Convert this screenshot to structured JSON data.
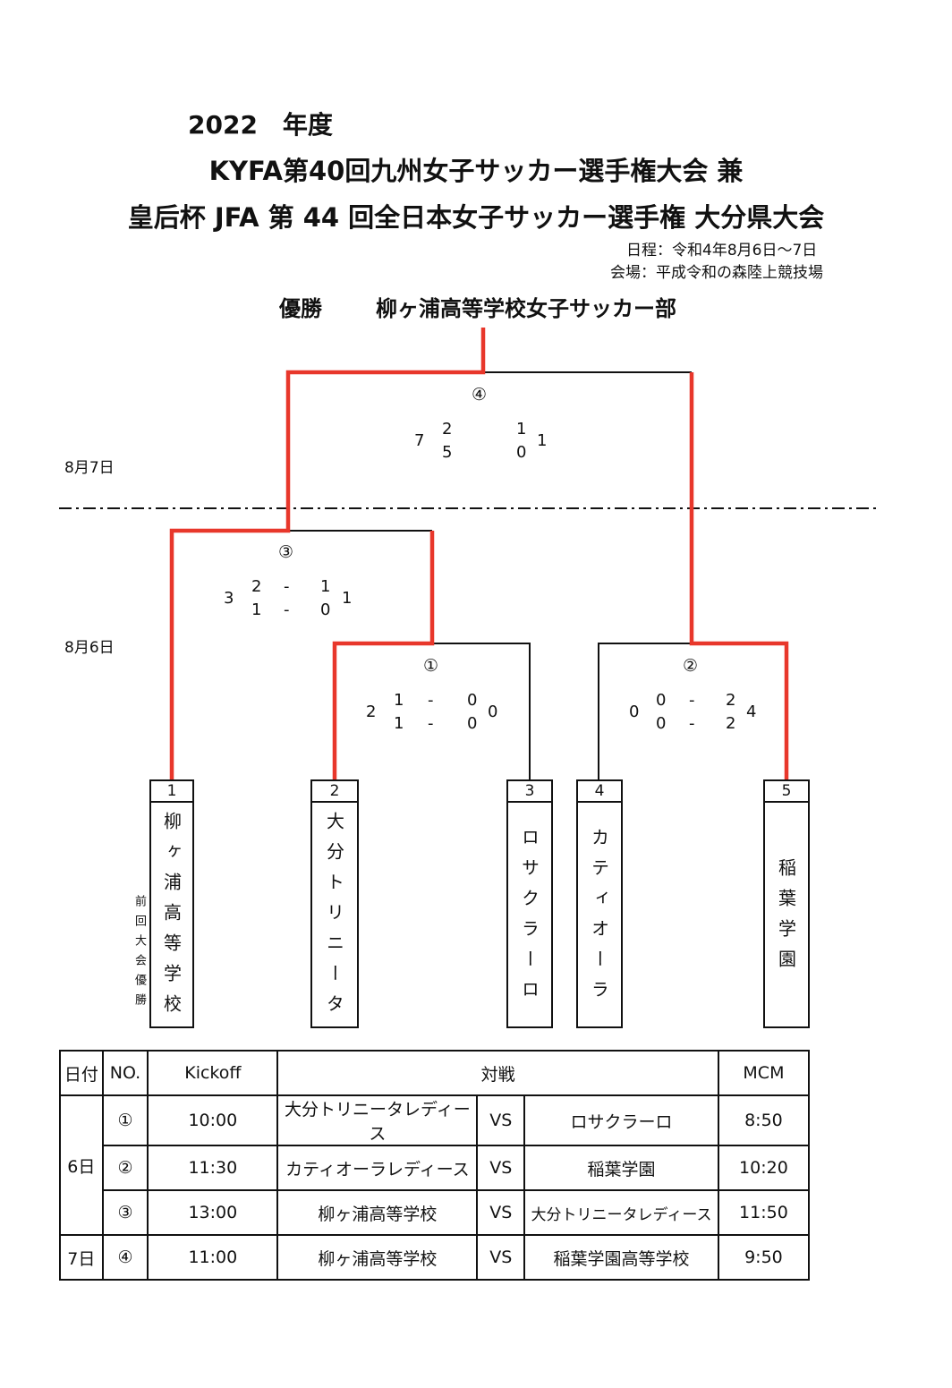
{
  "header": {
    "year": "2022　年度",
    "title_line1": "KYFA第40回九州女子サッカー選手権大会 兼",
    "title_line2": "皇后杯 JFA 第 44 回全日本女子サッカー選手権 大分県大会",
    "schedule": "日程：令和4年8月6日〜7日",
    "venue": "会場：平成令和の森陸上競技場"
  },
  "champion": {
    "label": "優勝",
    "name": "柳ヶ浦高等学校女子サッカー部"
  },
  "days": {
    "day2": "8月7日",
    "day1": "8月6日"
  },
  "colors": {
    "winner_path": "#e8372b",
    "line": "#111111"
  },
  "matches": {
    "m4": {
      "no": "④",
      "left_total": "7",
      "left_h1": "2",
      "left_h2": "5",
      "right_h1": "1",
      "right_h2": "0",
      "right_total": "1"
    },
    "m3": {
      "no": "③",
      "left_total": "3",
      "left_h1": "2",
      "dash1": "-",
      "right_h1": "1",
      "left_h2": "1",
      "dash2": "-",
      "right_h2": "0",
      "right_total": "1"
    },
    "m1": {
      "no": "①",
      "left_total": "2",
      "left_h1": "1",
      "dash1": "-",
      "right_h1": "0",
      "left_h2": "1",
      "dash2": "-",
      "right_h2": "0",
      "right_total": "0"
    },
    "m2": {
      "no": "②",
      "left_total": "0",
      "left_h1": "0",
      "dash1": "-",
      "right_h1": "2",
      "left_h2": "0",
      "dash2": "-",
      "right_h2": "2",
      "right_total": "4"
    }
  },
  "teams": [
    {
      "no": "1",
      "name": "柳ヶ浦高等学校"
    },
    {
      "no": "2",
      "name": "大分トリニータ"
    },
    {
      "no": "3",
      "name": "ロサクラーロ"
    },
    {
      "no": "4",
      "name": "カティオーラ"
    },
    {
      "no": "5",
      "name": "稲葉学園"
    }
  ],
  "previous_champion_note": "前回大会優勝",
  "table": {
    "headers": {
      "date": "日付",
      "no": "NO.",
      "kickoff": "Kickoff",
      "match": "対戦",
      "mcm": "MCM"
    },
    "rows": [
      {
        "date": "6日",
        "no": "①",
        "kickoff": "10:00",
        "home": "大分トリニータレディース",
        "vs": "VS",
        "away": "ロサクラーロ",
        "mcm": "8:50"
      },
      {
        "no": "②",
        "kickoff": "11:30",
        "home": "カティオーラレディース",
        "vs": "VS",
        "away": "稲葉学園",
        "mcm": "10:20"
      },
      {
        "no": "③",
        "kickoff": "13:00",
        "home": "柳ヶ浦高等学校",
        "vs": "VS",
        "away": "大分トリニータレディース",
        "mcm": "11:50"
      },
      {
        "date": "7日",
        "no": "④",
        "kickoff": "11:00",
        "home": "柳ヶ浦高等学校",
        "vs": "VS",
        "away": "稲葉学園高等学校",
        "mcm": "9:50"
      }
    ]
  }
}
